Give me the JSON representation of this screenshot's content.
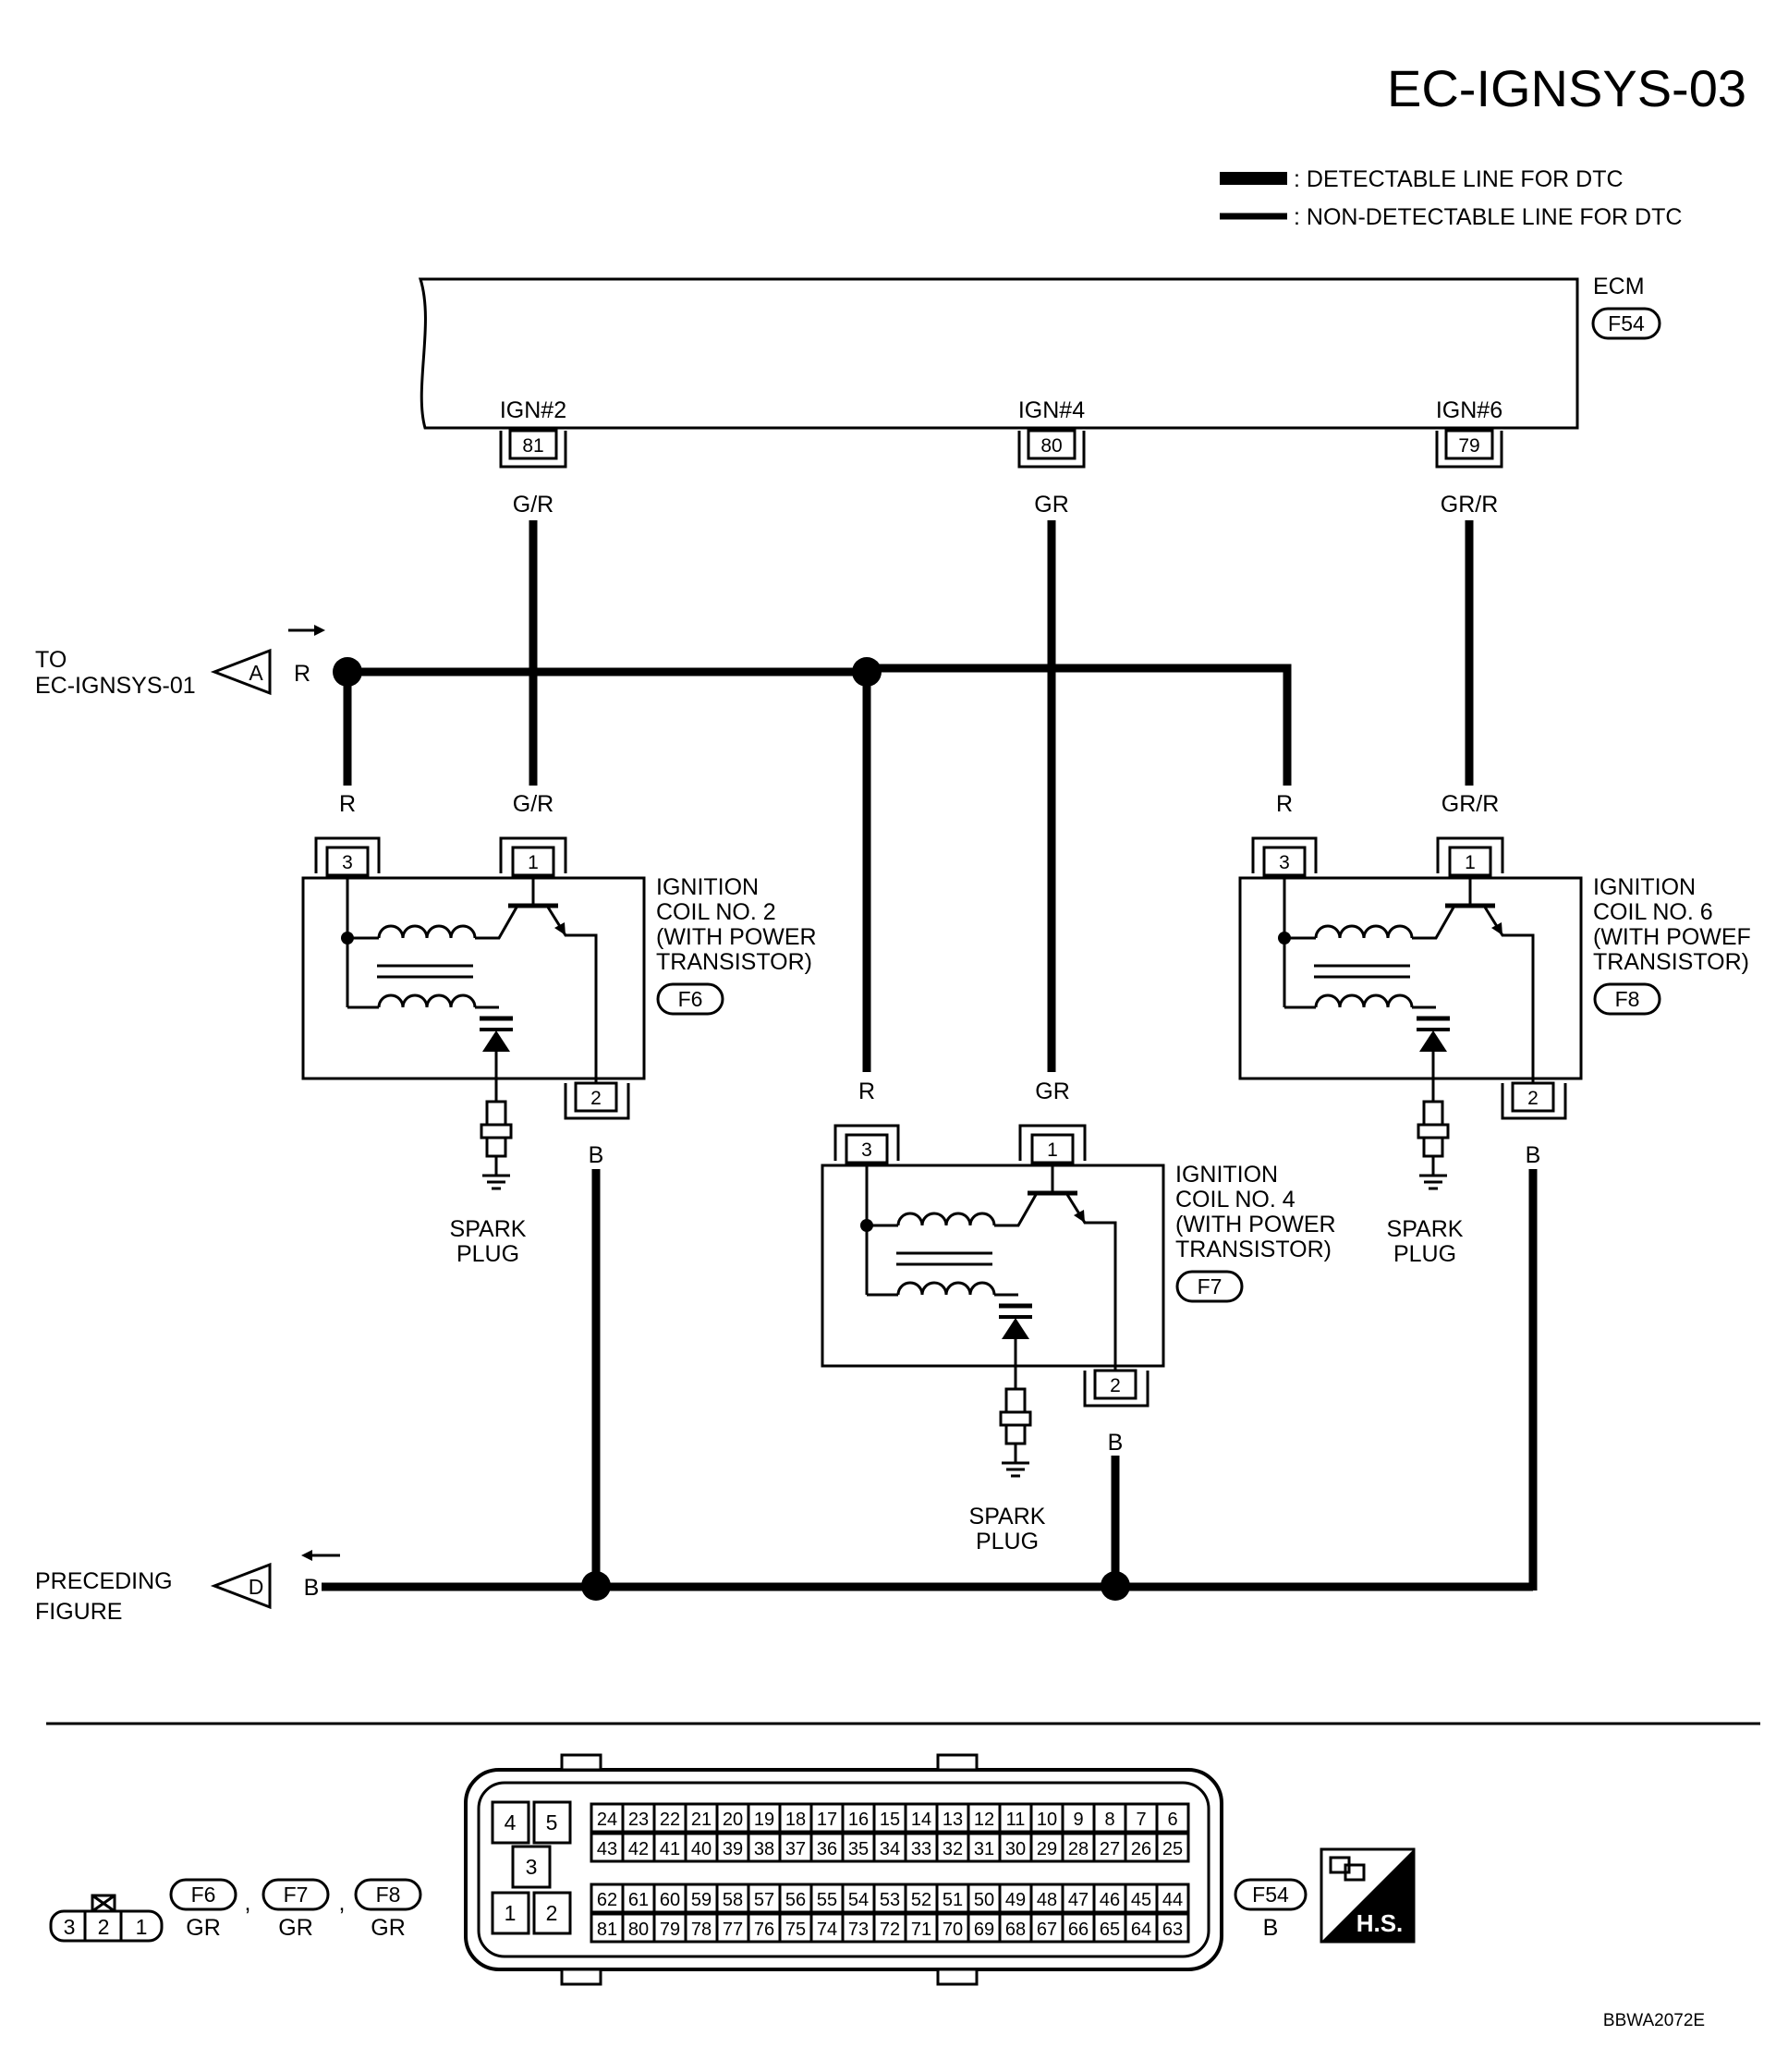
{
  "page_code": "EC-IGNSYS-03",
  "legend": {
    "detectable": ": DETECTABLE LINE FOR DTC",
    "non_detectable": ": NON-DETECTABLE LINE FOR DTC"
  },
  "ecm": {
    "label": "ECM",
    "connector": "F54",
    "terminals": [
      {
        "signal": "IGN#2",
        "pin": "81",
        "wire": "G/R"
      },
      {
        "signal": "IGN#4",
        "pin": "80",
        "wire": "GR"
      },
      {
        "signal": "IGN#6",
        "pin": "79",
        "wire": "GR/R"
      }
    ]
  },
  "connectors_offpage": {
    "a": {
      "id": "A",
      "wire": "R",
      "dest_line1": "TO",
      "dest_line2": "EC-IGNSYS-01"
    },
    "d": {
      "id": "D",
      "wire": "B",
      "dest_line1": "PRECEDING",
      "dest_line2": "FIGURE"
    }
  },
  "coils": [
    {
      "name_line1": "IGNITION",
      "name_line2": "COIL NO. 2",
      "name_line3": "(WITH POWER",
      "name_line4": "TRANSISTOR)",
      "connector": "F6",
      "pin_r": "3",
      "pin_sig": "1",
      "pin_gnd": "2",
      "wire_r": "R",
      "wire_sig": "G/R",
      "wire_gnd": "B",
      "plug_line1": "SPARK",
      "plug_line2": "PLUG"
    },
    {
      "name_line1": "IGNITION",
      "name_line2": "COIL NO. 4",
      "name_line3": "(WITH POWER",
      "name_line4": "TRANSISTOR)",
      "connector": "F7",
      "pin_r": "3",
      "pin_sig": "1",
      "pin_gnd": "2",
      "wire_r": "R",
      "wire_sig": "GR",
      "wire_gnd": "B",
      "plug_line1": "SPARK",
      "plug_line2": "PLUG"
    },
    {
      "name_line1": "IGNITION",
      "name_line2": "COIL NO. 6",
      "name_line3": "(WITH POWEF",
      "name_line4": "TRANSISTOR)",
      "connector": "F8",
      "pin_r": "3",
      "pin_sig": "1",
      "pin_gnd": "2",
      "wire_r": "R",
      "wire_sig": "GR/R",
      "wire_gnd": "B",
      "plug_line1": "SPARK",
      "plug_line2": "PLUG"
    }
  ],
  "bottom": {
    "small_connector_pins": [
      "3",
      "2",
      "1"
    ],
    "coil_connectors": [
      {
        "id": "F6",
        "color": "GR"
      },
      {
        "id": "F7",
        "color": "GR"
      },
      {
        "id": "F8",
        "color": "GR"
      }
    ],
    "separator": ",",
    "ecm_connector": {
      "id": "F54",
      "color": "B"
    },
    "ecm_left_pins": [
      "4",
      "5",
      "3",
      "1",
      "2"
    ],
    "ecm_pin_rows": [
      [
        "24",
        "23",
        "22",
        "21",
        "20",
        "19",
        "18",
        "17",
        "16",
        "15",
        "14",
        "13",
        "12",
        "11",
        "10",
        "9",
        "8",
        "7",
        "6"
      ],
      [
        "43",
        "42",
        "41",
        "40",
        "39",
        "38",
        "37",
        "36",
        "35",
        "34",
        "33",
        "32",
        "31",
        "30",
        "29",
        "28",
        "27",
        "26",
        "25"
      ],
      [
        "62",
        "61",
        "60",
        "59",
        "58",
        "57",
        "56",
        "55",
        "54",
        "53",
        "52",
        "51",
        "50",
        "49",
        "48",
        "47",
        "46",
        "45",
        "44"
      ],
      [
        "81",
        "80",
        "79",
        "78",
        "77",
        "76",
        "75",
        "74",
        "73",
        "72",
        "71",
        "70",
        "69",
        "68",
        "67",
        "66",
        "65",
        "64",
        "63"
      ]
    ],
    "hs_label": "H.S.",
    "figure_code": "BBWA2072E"
  }
}
